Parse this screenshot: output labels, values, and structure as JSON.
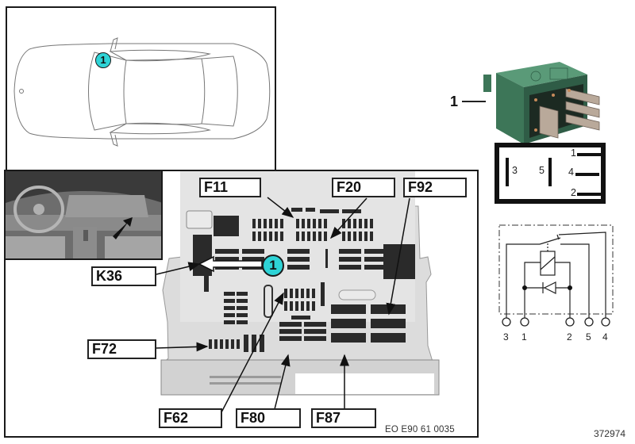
{
  "car_overview": {
    "marker_label": "1",
    "marker_color": "#2ed3d6"
  },
  "fuse_box": {
    "callouts": {
      "F11": "F11",
      "F20": "F20",
      "F92": "F92",
      "K36": "K36",
      "F72": "F72",
      "F62": "F62",
      "F80": "F80",
      "F87": "F87"
    },
    "marker_label": "1",
    "marker_color": "#2ed3d6",
    "reference_code": "EO E90 61 0035"
  },
  "relay": {
    "item_label": "1",
    "body_color": "#3f7a5c",
    "pin_layout": {
      "left_pins": [
        "3",
        "5"
      ],
      "right_pins": [
        "1",
        "4",
        "2"
      ]
    },
    "schematic": {
      "terminals": [
        "3",
        "1",
        "2",
        "5",
        "4"
      ]
    }
  },
  "document_number": "372974"
}
